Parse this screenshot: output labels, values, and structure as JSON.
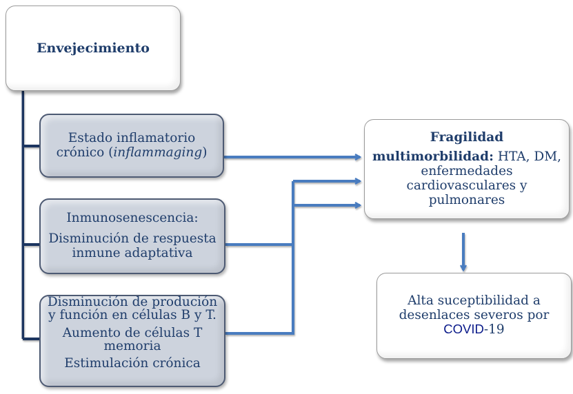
{
  "diagram": {
    "root": {
      "label": "Envejecimiento"
    },
    "factors": [
      {
        "lines": [
          "Estado inflamatorio",
          "crónico ("
        ],
        "italic": "inflammaging",
        "suffix": ")"
      },
      {
        "lines": [
          "Inmunosenescencia:",
          "Disminución de respuesta",
          "inmune adaptativa"
        ]
      },
      {
        "lines": [
          "Disminución de produción",
          "y función en células B y T.",
          "Aumento de células T",
          "memoria",
          "Estimulación crónica"
        ]
      }
    ],
    "fragility": {
      "heading": "Fragilidad",
      "bold_label": "multimorbilidad:",
      "rest_line1": " HTA, DM,",
      "line2": "enfermedades",
      "line3": "cardiovasculares y",
      "line4": "pulmonares"
    },
    "outcome": {
      "line1": "Alta suceptibilidad a",
      "line2": "desenlaces severos por",
      "covid": "COVID",
      "covid_suffix": "-19"
    },
    "colors": {
      "text": "#1f3d6b",
      "tree_connector": "#1e3560",
      "arrow": "#4a7bbf",
      "factor_fill": "#cdd3dd",
      "factor_border": "#4d5a73"
    }
  }
}
